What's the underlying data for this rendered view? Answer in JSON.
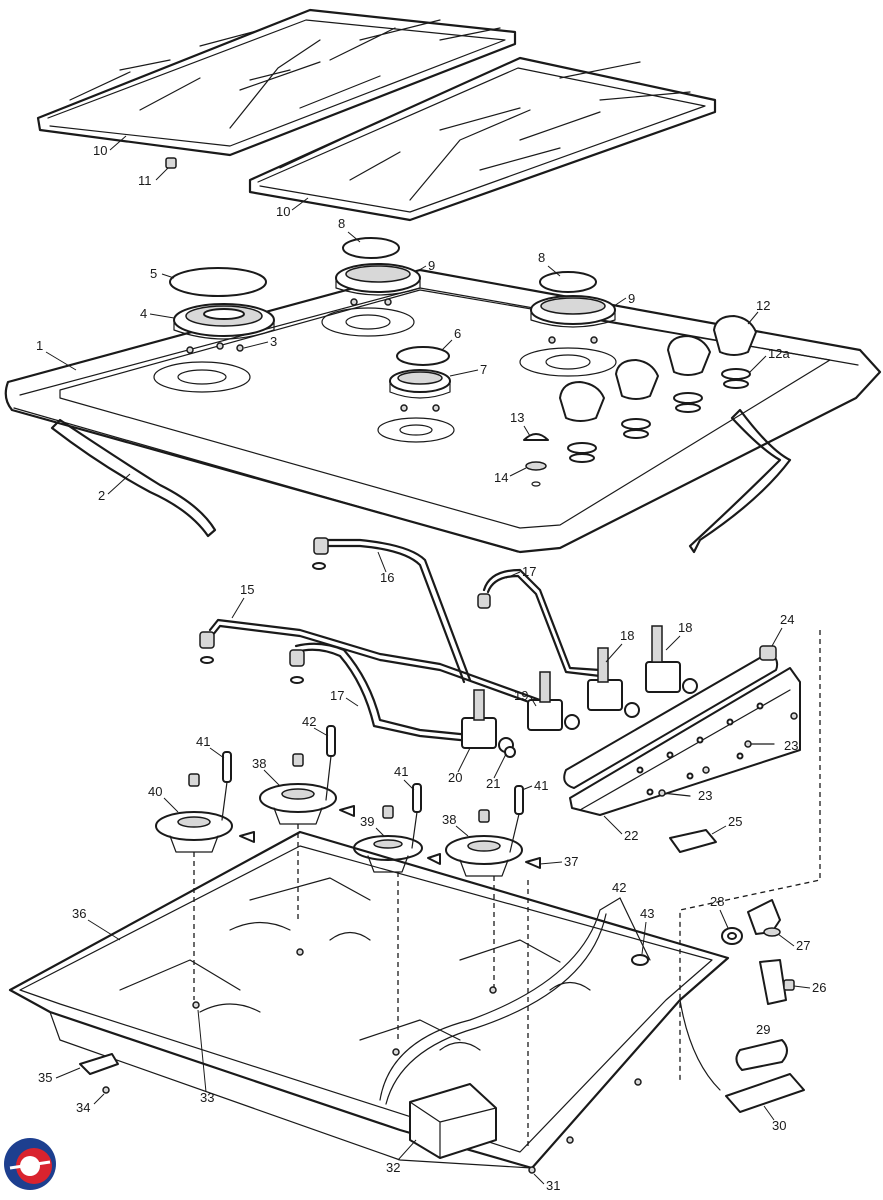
{
  "callouts": {
    "c1": "1",
    "c2": "2",
    "c3": "3",
    "c4": "4",
    "c5": "5",
    "c6": "6",
    "c7": "7",
    "c8a": "8",
    "c8b": "8",
    "c9a": "9",
    "c9b": "9",
    "c10a": "10",
    "c10b": "10",
    "c11": "11",
    "c12": "12",
    "c12a": "12a",
    "c13": "13",
    "c14": "14",
    "c15": "15",
    "c16": "16",
    "c17a": "17",
    "c17b": "17",
    "c18a": "18",
    "c18b": "18",
    "c19": "19",
    "c20": "20",
    "c21": "21",
    "c22": "22",
    "c23a": "23",
    "c23b": "23",
    "c24": "24",
    "c25": "25",
    "c26": "26",
    "c27": "27",
    "c28": "28",
    "c29": "29",
    "c30": "30",
    "c31": "31",
    "c32": "32",
    "c33": "33",
    "c34": "34",
    "c35": "35",
    "c36": "36",
    "c37": "37",
    "c38a": "38",
    "c38b": "38",
    "c39": "39",
    "c40": "40",
    "c41a": "41",
    "c41b": "41",
    "c41c": "41",
    "c42a": "42",
    "c42b": "42",
    "c43": "43"
  },
  "logo": {
    "name": "brand-logo",
    "colors": {
      "red": "#d9232e",
      "blue": "#1d3f8f"
    }
  },
  "colors": {
    "line": "#1a1a1a",
    "background": "#ffffff"
  }
}
